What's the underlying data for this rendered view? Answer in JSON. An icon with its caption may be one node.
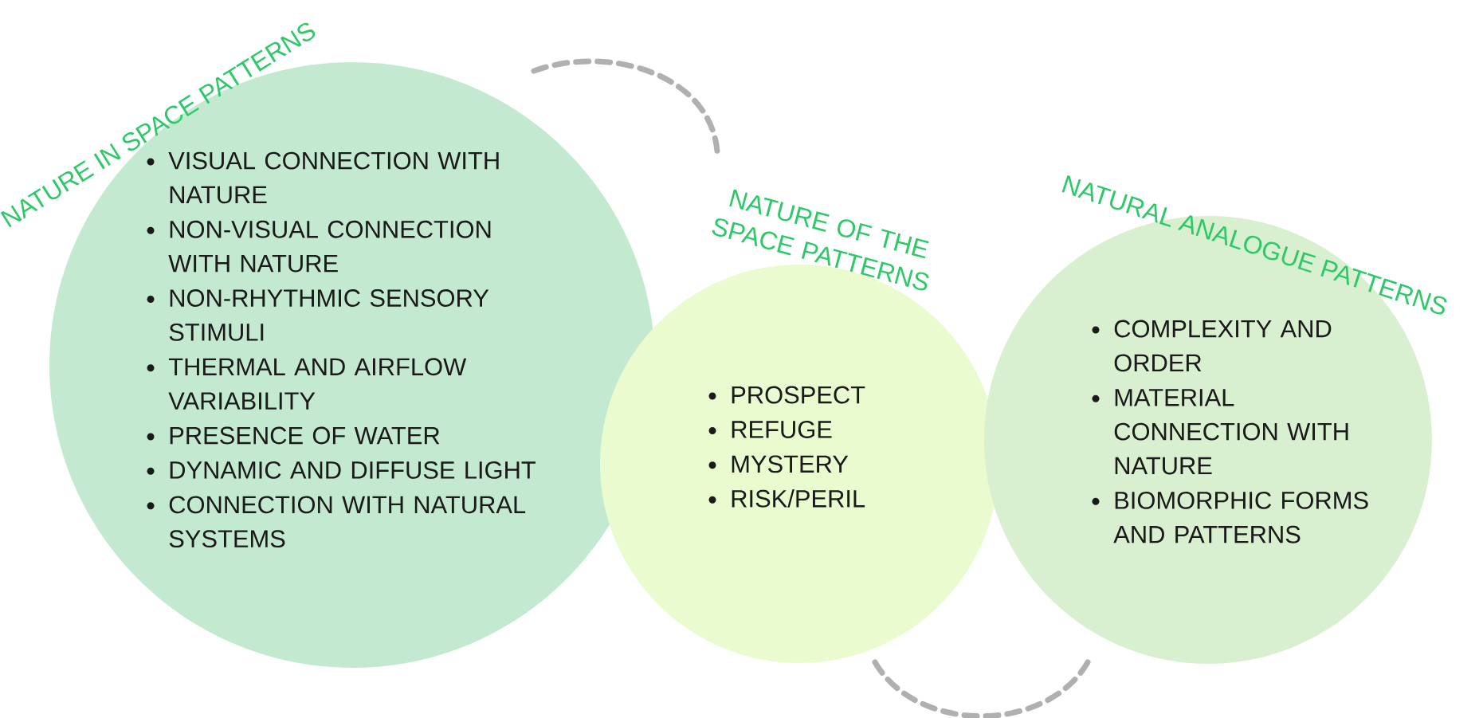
{
  "diagram": {
    "nodes": [
      {
        "text": [
          "NATURE IN SPACE PATTERNS",
          "VISUAL CONNECTION WITH NATURE",
          "NON-VISUAL CONNECTION WITH NATURE",
          "NON-RHYTHMIC SENSORY STIMULI",
          "THERMAL AND AIRFLOW VARIABILITY",
          "PRESENCE OF WATER",
          "DYNAMIC AND DIFFUSE LIGHT",
          "CONNECTION WITH NATURAL SYSTEMS"
        ]
      },
      {
        "text": [
          "NATURE OF THE SPACE PATTERNS",
          "PROSPECT",
          "REFUGE",
          "MYSTERY",
          "RISK/PERIL"
        ]
      },
      {
        "text": [
          "NATURAL ANALOGUE PATTERNS",
          "COMPLEXITY AND ORDER",
          "MATERIAL CONNECTION WITH NATURE",
          "BIOMORPHIC FORMS AND PATTERNS"
        ]
      }
    ],
    "edges": [
      {
        "from": 0,
        "to": 1,
        "arrow": "none",
        "style": "dashed"
      },
      {
        "from": 1,
        "to": 2,
        "arrow": "none",
        "style": "dashed"
      }
    ]
  }
}
